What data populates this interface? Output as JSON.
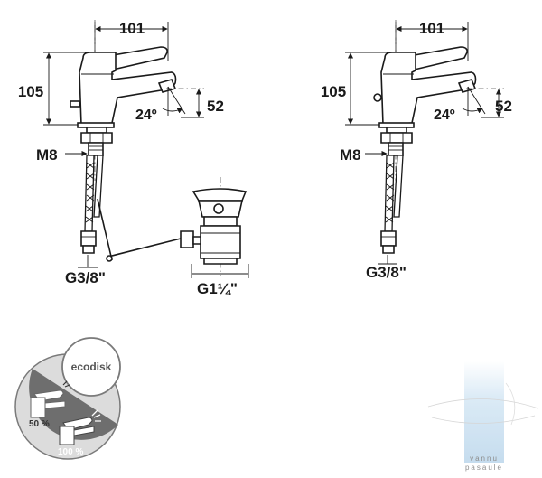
{
  "left_faucet": {
    "width_label": "101",
    "height_label": "105",
    "angle_label": "24º",
    "spout_height_label": "52",
    "thread_label": "M8",
    "hose_connection_label": "G3/8\"",
    "drain_connection_label": "G1¼\""
  },
  "right_faucet": {
    "width_label": "101",
    "height_label": "105",
    "angle_label": "24º",
    "spout_height_label": "52",
    "thread_label": "M8",
    "hose_connection_label": "G3/8\""
  },
  "ecodisk": {
    "badge_label": "ecodisk",
    "half_flow_label": "50 %",
    "full_flow_label": "100 %"
  },
  "watermark": {
    "brand_line1": "vannu",
    "brand_line2": "pasaule"
  },
  "colors": {
    "line": "#1a1a1a",
    "ecodisk_dark": "#6e6e6e",
    "ecodisk_light": "#dcdcdc",
    "watermark_blue": "#cfe3f2"
  }
}
